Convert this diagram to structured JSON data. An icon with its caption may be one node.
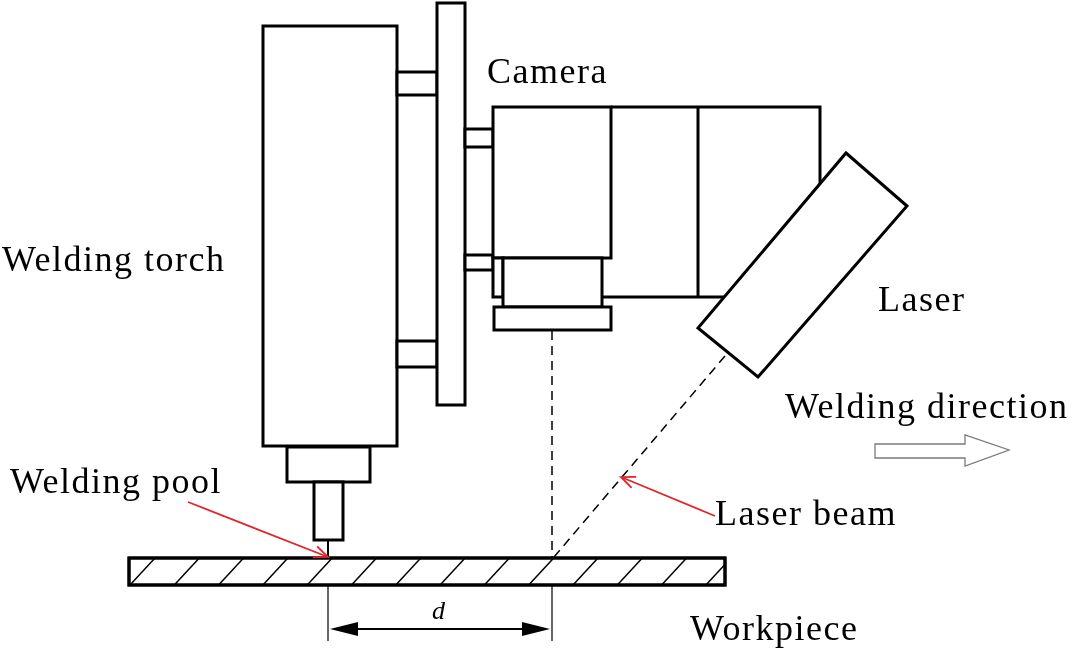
{
  "diagram": {
    "nodes": [
      {
        "text": [
          "Welding pool"
        ]
      },
      {
        "text": [
          "Laser beam"
        ]
      }
    ],
    "edges": [
      {
        "from": 0,
        "to": null,
        "arrow": "to",
        "color": "#e0252b"
      },
      {
        "from": 1,
        "to": null,
        "arrow": "to",
        "color": "#e0252b"
      }
    ],
    "labels": [
      "Camera",
      "Welding torch",
      "Laser",
      "Welding direction",
      "d",
      "Workpiece"
    ]
  }
}
